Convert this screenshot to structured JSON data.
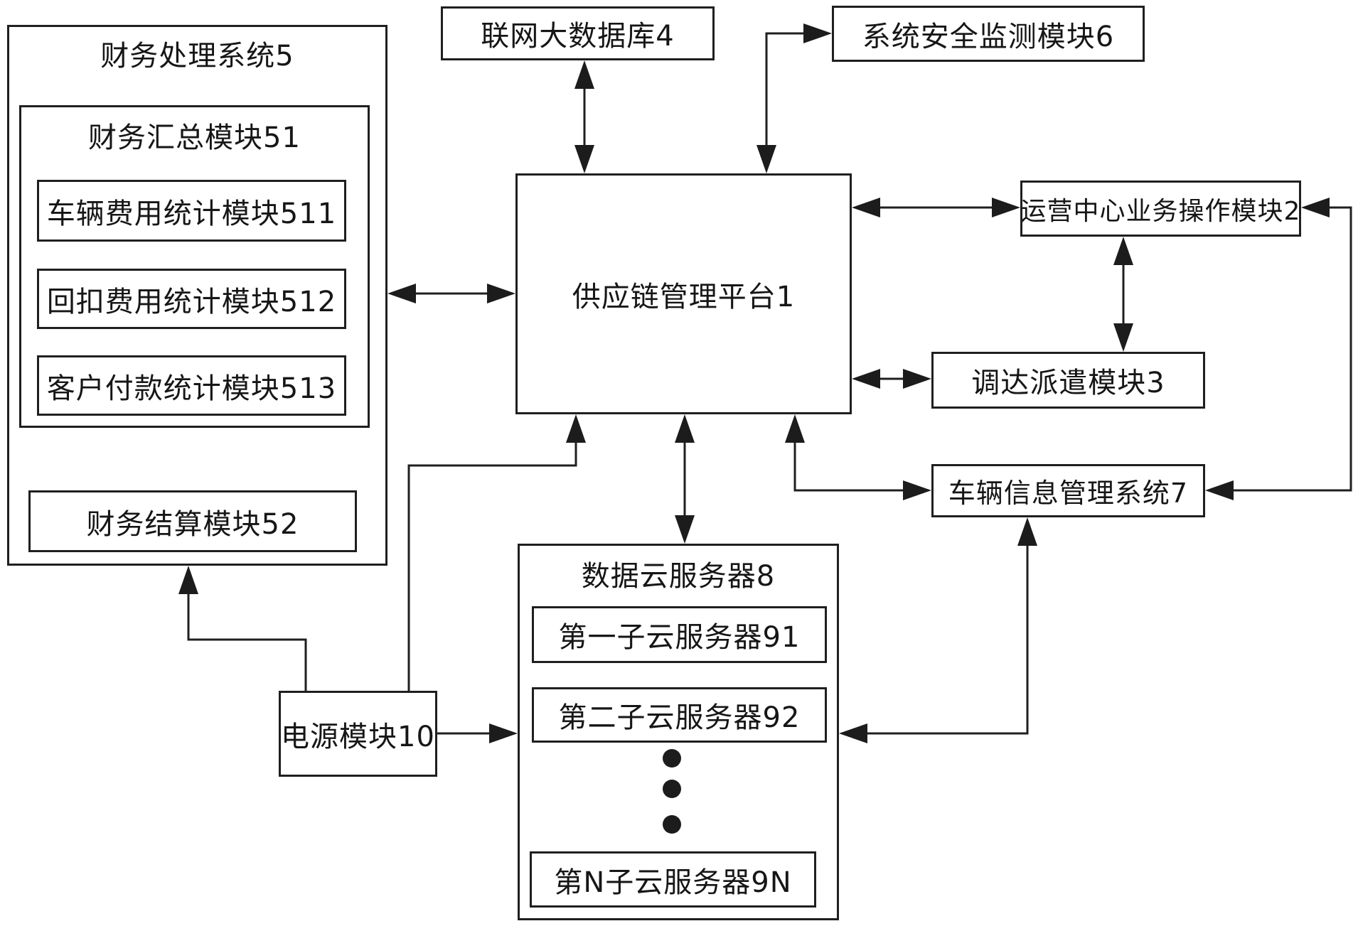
{
  "diagram": {
    "type": "system-block-diagram",
    "background_color": "#ffffff",
    "line_color": "#1f1f1f",
    "nodes": {
      "finance_system_5": {
        "label": "财务处理系统5"
      },
      "finance_summary_51": {
        "label": "财务汇总模块51"
      },
      "vehicle_cost_511": {
        "label": "车辆费用统计模块511"
      },
      "rebate_cost_512": {
        "label": "回扣费用统计模块512"
      },
      "customer_payment_513": {
        "label": "客户付款统计模块513"
      },
      "finance_settlement_52": {
        "label": "财务结算模块52"
      },
      "internet_database_4": {
        "label": "联网大数据库4"
      },
      "security_monitor_6": {
        "label": "系统安全监测模块6"
      },
      "supply_chain_platform_1": {
        "label": "供应链管理平台1"
      },
      "operation_center_2": {
        "label": "运营中心业务操作模块2"
      },
      "dispatch_module_3": {
        "label": "调达派遣模块3"
      },
      "vehicle_info_system_7": {
        "label": "车辆信息管理系统7"
      },
      "data_cloud_server_8": {
        "label": "数据云服务器8"
      },
      "sub_cloud_server_91": {
        "label": "第一子云服务器91"
      },
      "sub_cloud_server_92": {
        "label": "第二子云服务器92"
      },
      "sub_cloud_server_9N": {
        "label": "第N子云服务器9N"
      },
      "power_module_10": {
        "label": "电源模块10"
      }
    }
  }
}
